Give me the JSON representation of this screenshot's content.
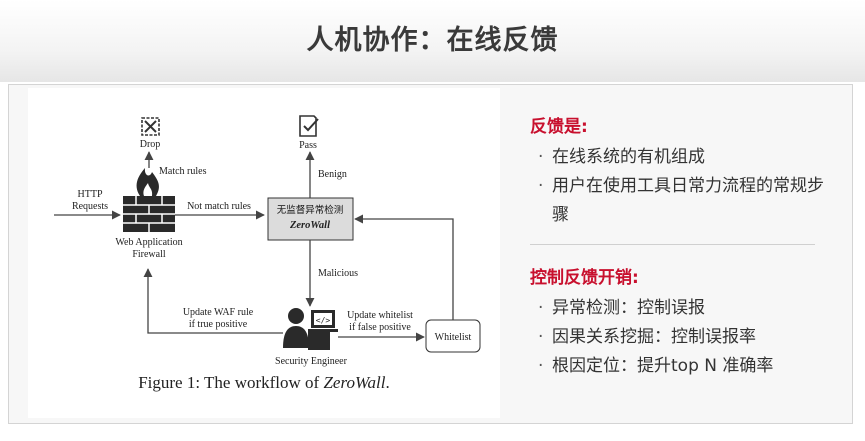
{
  "title": "人机协作：在线反馈",
  "figure": {
    "caption_prefix": "Figure 1: The workflow of ",
    "caption_em": "ZeroWall",
    "caption_suffix": ".",
    "nodes": {
      "drop": "Drop",
      "pass": "Pass",
      "http_line1": "HTTP",
      "http_line2": "Requests",
      "waf_line1": "Web Application",
      "waf_line2": "Firewall",
      "zerowall_line1": "无监督异常检测",
      "zerowall_line2": "ZeroWall",
      "engineer": "Security Engineer",
      "whitelist": "Whitelist"
    },
    "edges": {
      "match_rules": "Match rules",
      "not_match_rules": "Not match rules",
      "benign": "Benign",
      "malicious": "Malicious",
      "update_waf_line1": "Update WAF rule",
      "update_waf_line2": "if true positive",
      "update_whitelist_line1": "Update whitelist",
      "update_whitelist_line2": "if false positive"
    }
  },
  "feedback": {
    "heading": "反馈是:",
    "bullets": [
      "在线系统的有机组成",
      "用户在使用工具日常力流程的常规步骤"
    ]
  },
  "cost": {
    "heading": "控制反馈开销:",
    "bullets": [
      "异常检测：控制误报",
      "因果关系挖掘：控制误报率",
      "根因定位：提升top N 准确率"
    ]
  },
  "colors": {
    "accent": "#c8102e",
    "text": "#333333"
  }
}
